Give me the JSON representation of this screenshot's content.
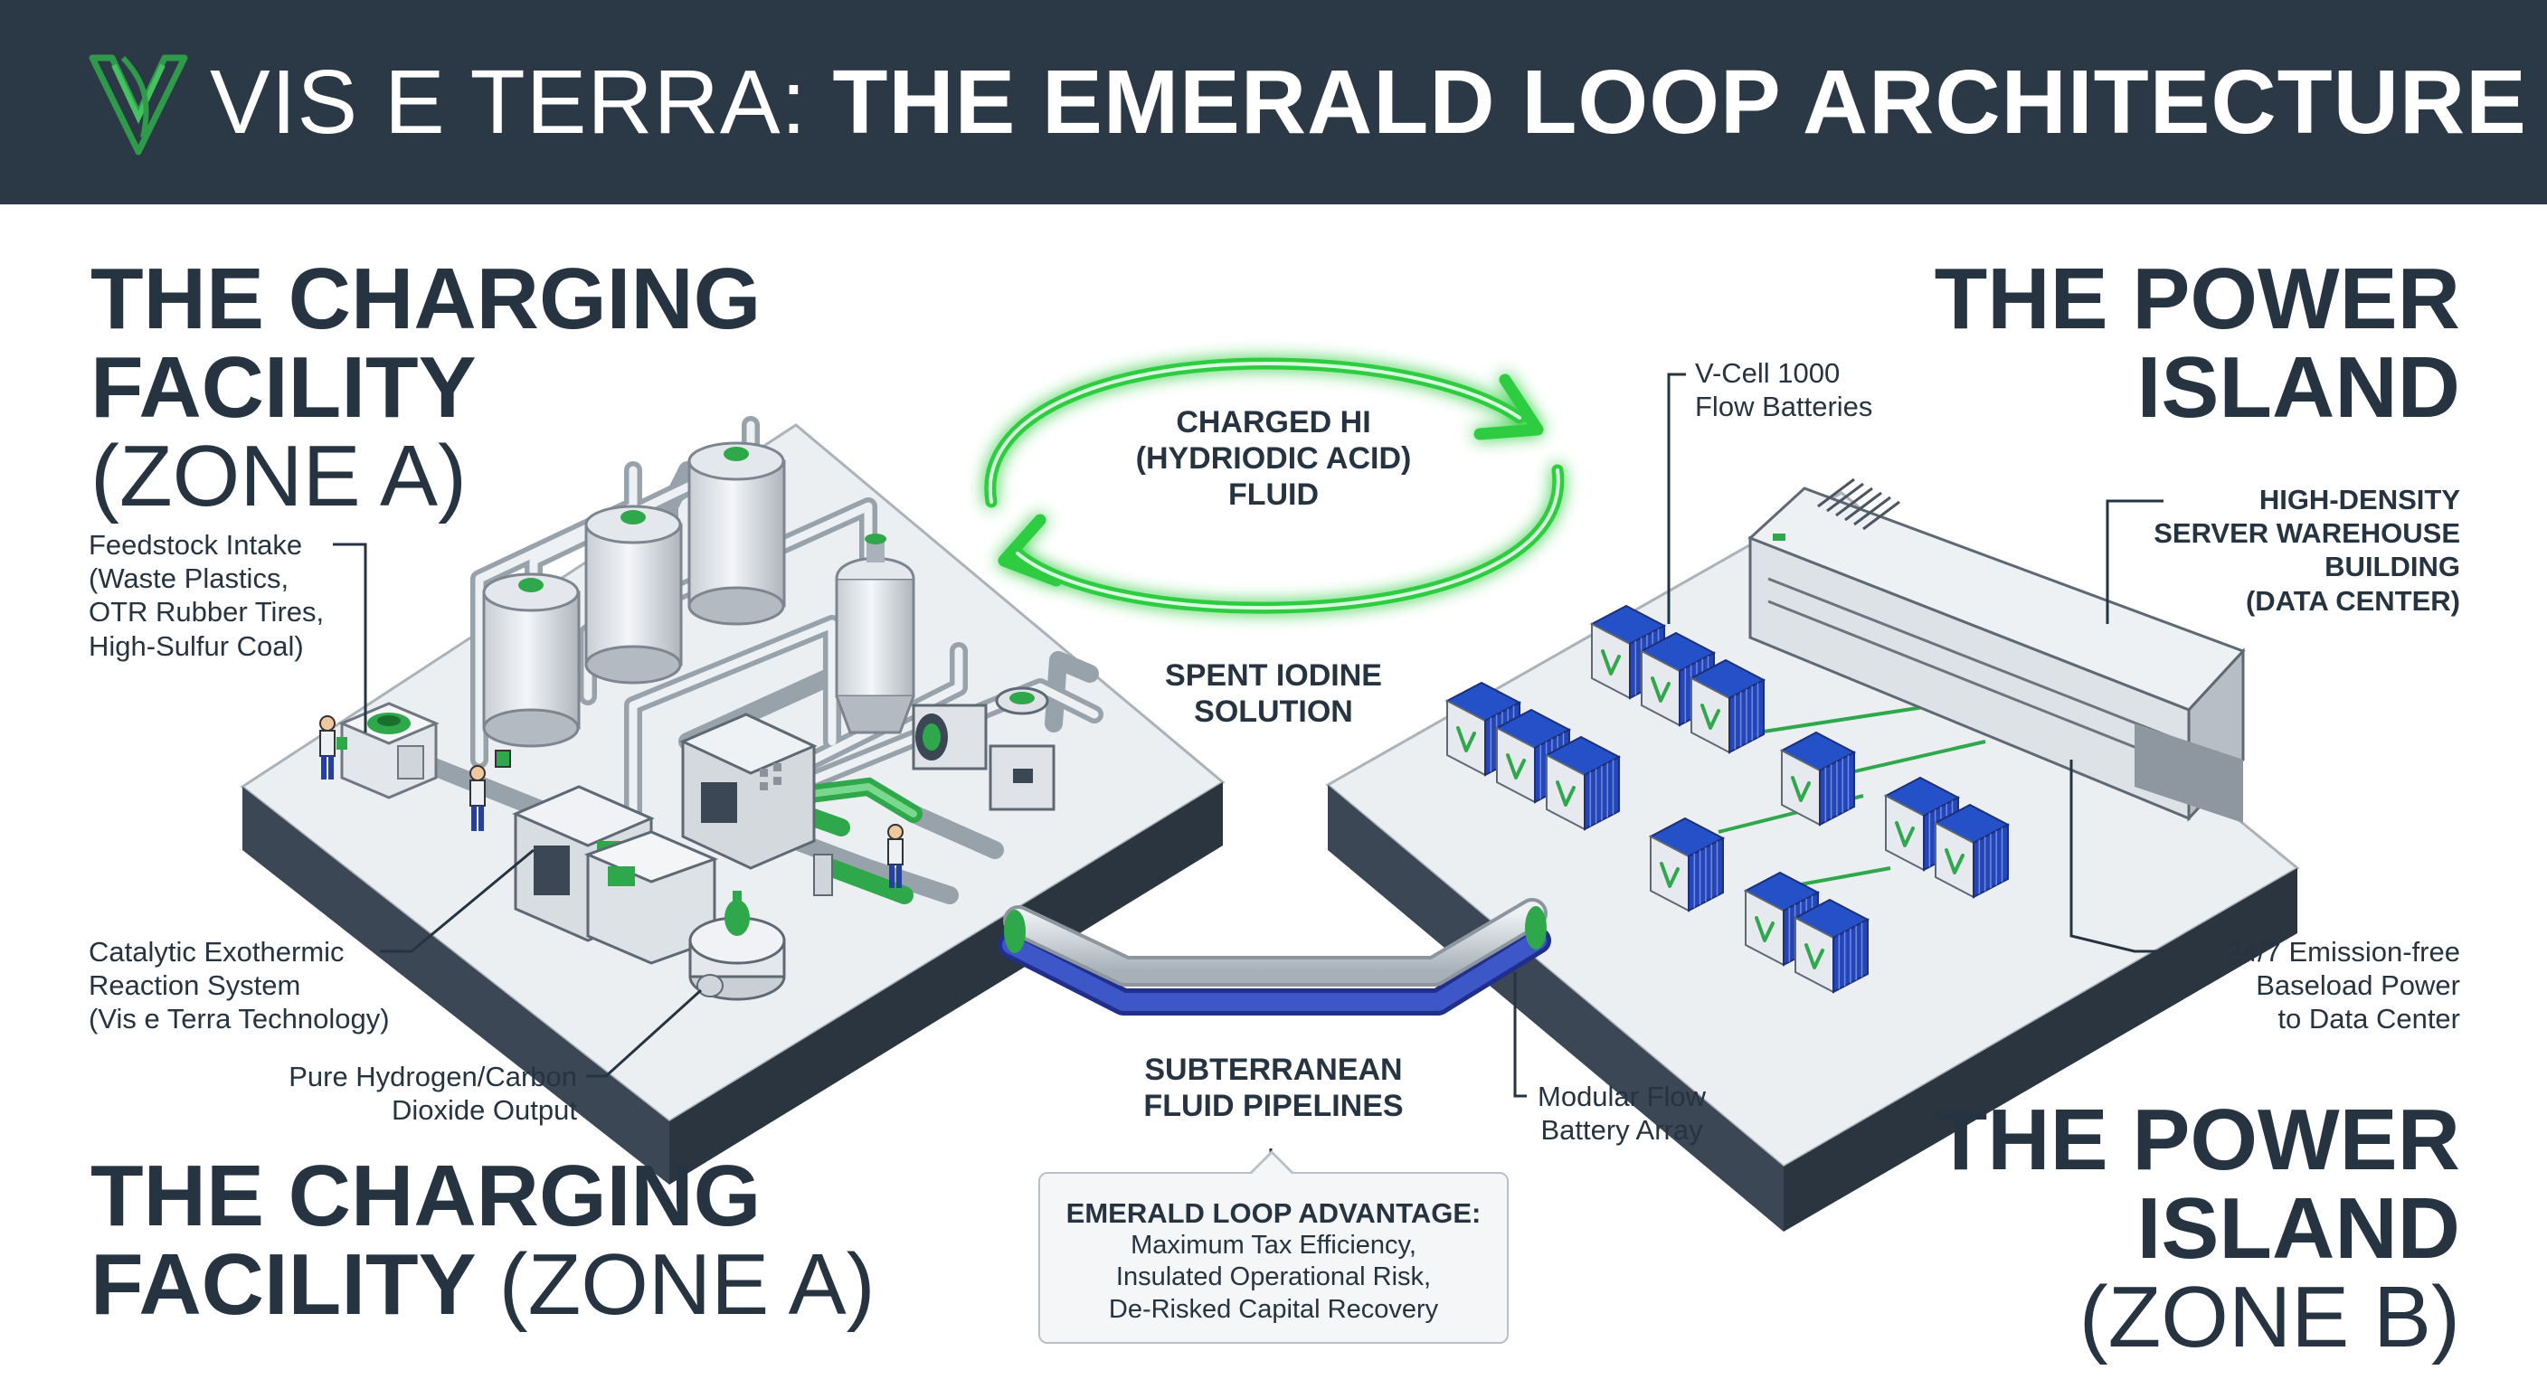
{
  "header": {
    "brand": "VIS E TERRA:",
    "title": "THE EMERALD LOOP ARCHITECTURE"
  },
  "zone_a": {
    "title_top_line1": "THE CHARGING",
    "title_top_line2": "FACILITY",
    "title_top_sub": "(ZONE A)",
    "title_bottom_line1": "THE CHARGING",
    "title_bottom_line2": "FACILITY",
    "title_bottom_sub": "(ZONE A)",
    "callouts": {
      "feedstock": [
        "Feedstock Intake",
        "(Waste Plastics,",
        "OTR Rubber Tires,",
        "High-Sulfur Coal)"
      ],
      "catalytic": [
        "Catalytic Exothermic",
        "Reaction System",
        "(Vis e Terra Technology)"
      ],
      "output": [
        "Pure Hydrogen/Carbon",
        "Dioxide Output"
      ]
    }
  },
  "zone_b": {
    "title_top_line1": "THE POWER",
    "title_top_line2": "ISLAND",
    "title_bottom_line1": "THE POWER",
    "title_bottom_line2": "ISLAND",
    "title_bottom_sub": "(ZONE B)",
    "callouts": {
      "vcell": [
        "V-Cell 1000",
        "Flow Batteries"
      ],
      "server": [
        "HIGH-DENSITY",
        "SERVER WAREHOUSE",
        "BUILDING",
        "(DATA CENTER)"
      ],
      "baseload": [
        "24/7 Emission-free",
        "Baseload Power",
        "to Data Center"
      ],
      "array": [
        "Modular Flow",
        "Battery Array"
      ]
    }
  },
  "loop": {
    "charged": [
      "CHARGED HI",
      "(HYDRIODIC ACID)",
      "FLUID"
    ],
    "spent": [
      "SPENT IODINE",
      "SOLUTION"
    ],
    "pipelines": [
      "SUBTERRANEAN",
      "FLUID PIPELINES"
    ]
  },
  "advantage": {
    "head": "EMERALD LOOP ADVANTAGE:",
    "lines": [
      "Maximum Tax Efficiency,",
      "Insulated Operational Risk,",
      "De-Risked Capital Recovery"
    ]
  },
  "colors": {
    "header_bg": "#2b3946",
    "text_dark": "#263340",
    "accent_green": "#2ecc40",
    "pipe_blue": "#2f45b0",
    "battery_blue": "#2450c8"
  }
}
